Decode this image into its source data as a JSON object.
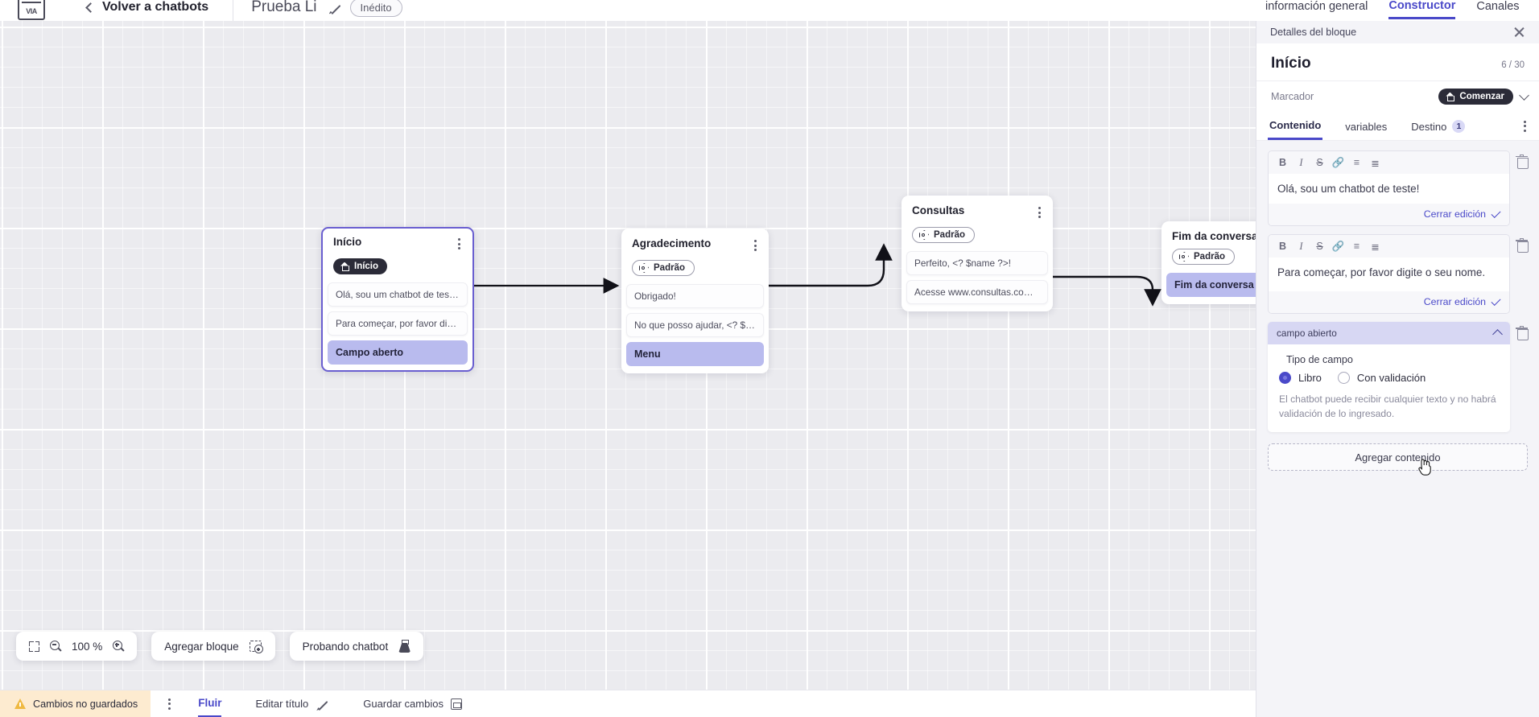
{
  "header": {
    "logo_text": "VIA",
    "back_label": "Volver a chatbots",
    "bot_name": "Prueba Li",
    "status_pill": "Inédito"
  },
  "right_tabs": [
    {
      "label": "información general",
      "active": false
    },
    {
      "label": "Constructor",
      "active": true
    },
    {
      "label": "Canales",
      "active": false
    }
  ],
  "canvas": {
    "nodes": [
      {
        "title": "Início",
        "badge": "Início",
        "badge_type": "home",
        "selected": true,
        "rows": [
          {
            "text": "Olá, sou um chatbot de teste!",
            "highlight": false
          },
          {
            "text": "Para começar, por favor digite o ...",
            "highlight": false
          },
          {
            "text": "Campo aberto",
            "highlight": true
          }
        ]
      },
      {
        "title": "Agradecimento",
        "badge": "Padrão",
        "badge_type": "tag",
        "selected": false,
        "rows": [
          {
            "text": "Obrigado!",
            "highlight": false
          },
          {
            "text": "No que posso ajudar, <? $name ...",
            "highlight": false
          },
          {
            "text": "Menu",
            "highlight": true
          }
        ]
      },
      {
        "title": "Consultas",
        "badge": "Padrão",
        "badge_type": "tag",
        "selected": false,
        "rows": [
          {
            "text": "Perfeito, <? $name ?>!",
            "highlight": false
          },
          {
            "text": "Acesse www.consultas.com par...",
            "highlight": false
          }
        ]
      },
      {
        "title": "Fim da conversa",
        "badge": "Padrão",
        "badge_type": "tag",
        "selected": false,
        "rows": [
          {
            "text": "Fim da conversa",
            "highlight": true
          }
        ]
      }
    ]
  },
  "float_toolbar": {
    "zoom_value": "100 %",
    "add_block_label": "Agregar bloque",
    "test_bot_label": "Probando chatbot"
  },
  "statusbar": {
    "unsaved_label": "Cambios no guardados",
    "flow_tab": "Fluir",
    "edit_title_label": "Editar título",
    "save_label": "Guardar cambios"
  },
  "panel": {
    "header_label": "Detalles del bloque",
    "block_title": "Início",
    "block_count": "6 / 30",
    "marker_label": "Marcador",
    "marker_value": "Comenzar",
    "tabs": [
      {
        "label": "Contenido",
        "active": true,
        "badge": ""
      },
      {
        "label": "variables",
        "active": false,
        "badge": ""
      },
      {
        "label": "Destino",
        "active": false,
        "badge": "1"
      }
    ],
    "editor_toolbar": [
      "B",
      "I",
      "S",
      "link-icon",
      "bullet-list-icon",
      "numbered-list-icon"
    ],
    "content_blocks": [
      {
        "text": "Olá, sou um chatbot de teste!",
        "close_label": "Cerrar edición"
      },
      {
        "text": "Para começar, por favor digite o seu nome.",
        "close_label": "Cerrar edición"
      }
    ],
    "field_card": {
      "header": "campo abierto",
      "type_label": "Tipo de campo",
      "options": [
        {
          "label": "Libro",
          "selected": true
        },
        {
          "label": "Con validación",
          "selected": false
        }
      ],
      "help_text": "El chatbot puede recibir cualquier texto y no habrá validación de lo ingresado."
    },
    "add_content_label": "Agregar contenido"
  },
  "colors": {
    "accent": "#4a49c9",
    "highlight_row": "#b9bbee",
    "warning_bg": "#fdebd0",
    "canvas_bg": "#ebebef"
  }
}
